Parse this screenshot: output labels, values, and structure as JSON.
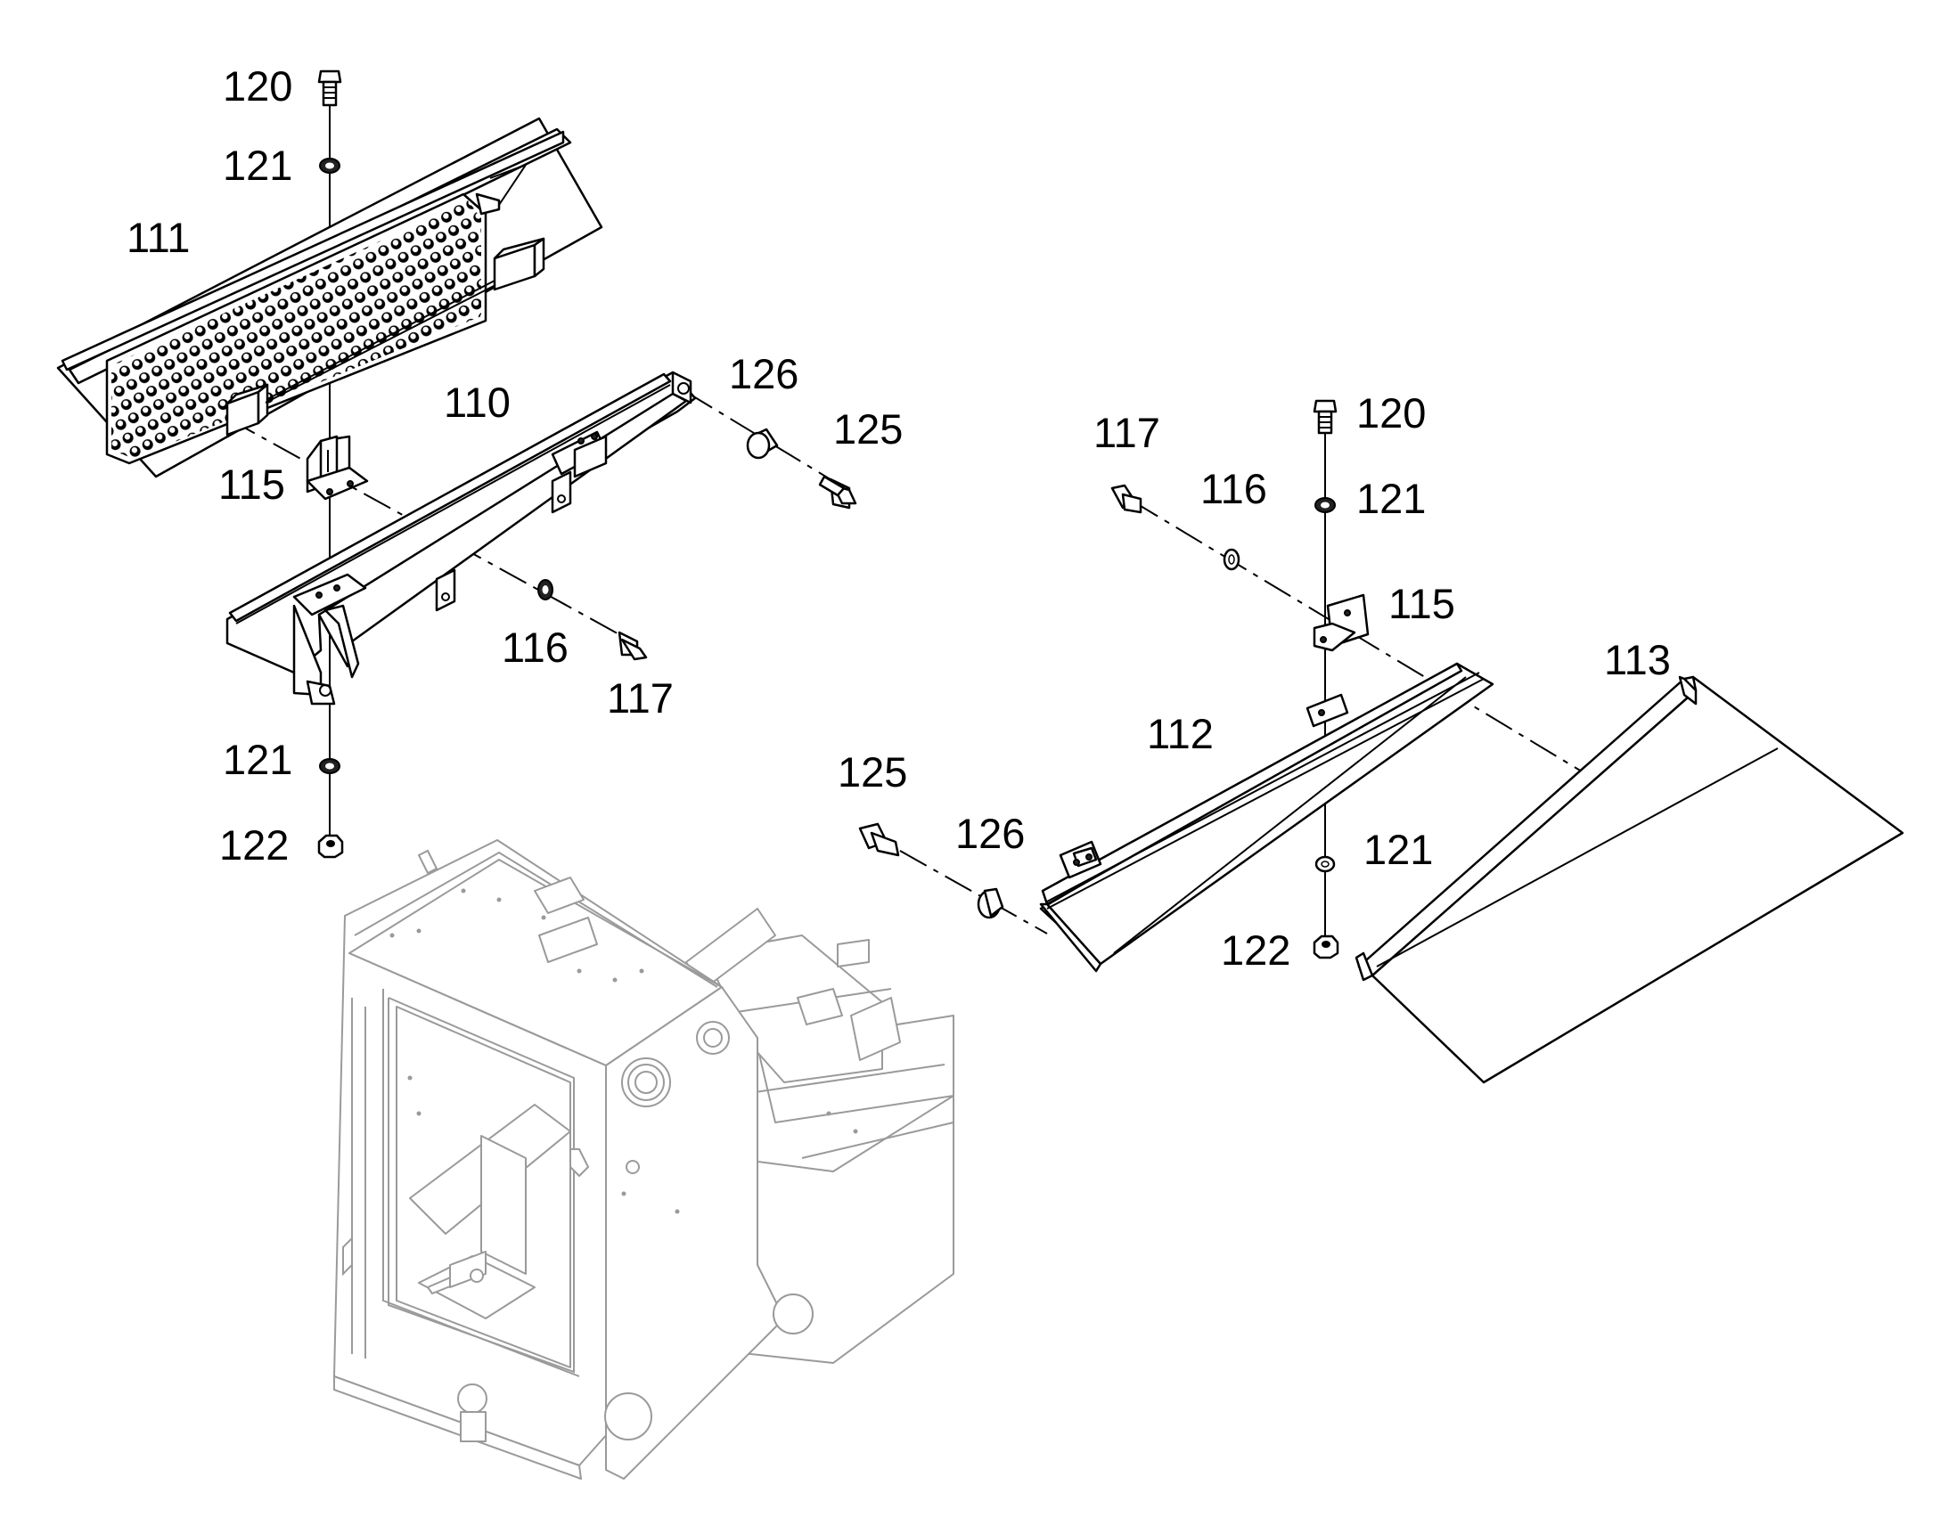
{
  "labels": {
    "l120a": "120",
    "l121a": "121",
    "l111": "111",
    "l110": "110",
    "l126a": "126",
    "l125a": "125",
    "l115a": "115",
    "l116a": "116",
    "l117a": "117",
    "l121b": "121",
    "l122a": "122",
    "l117b": "117",
    "l120b": "120",
    "l116b": "116",
    "l121c": "121",
    "l115b": "115",
    "l113": "113",
    "l112": "112",
    "l125b": "125",
    "l126b": "126",
    "l121d": "121",
    "l122b": "122"
  }
}
